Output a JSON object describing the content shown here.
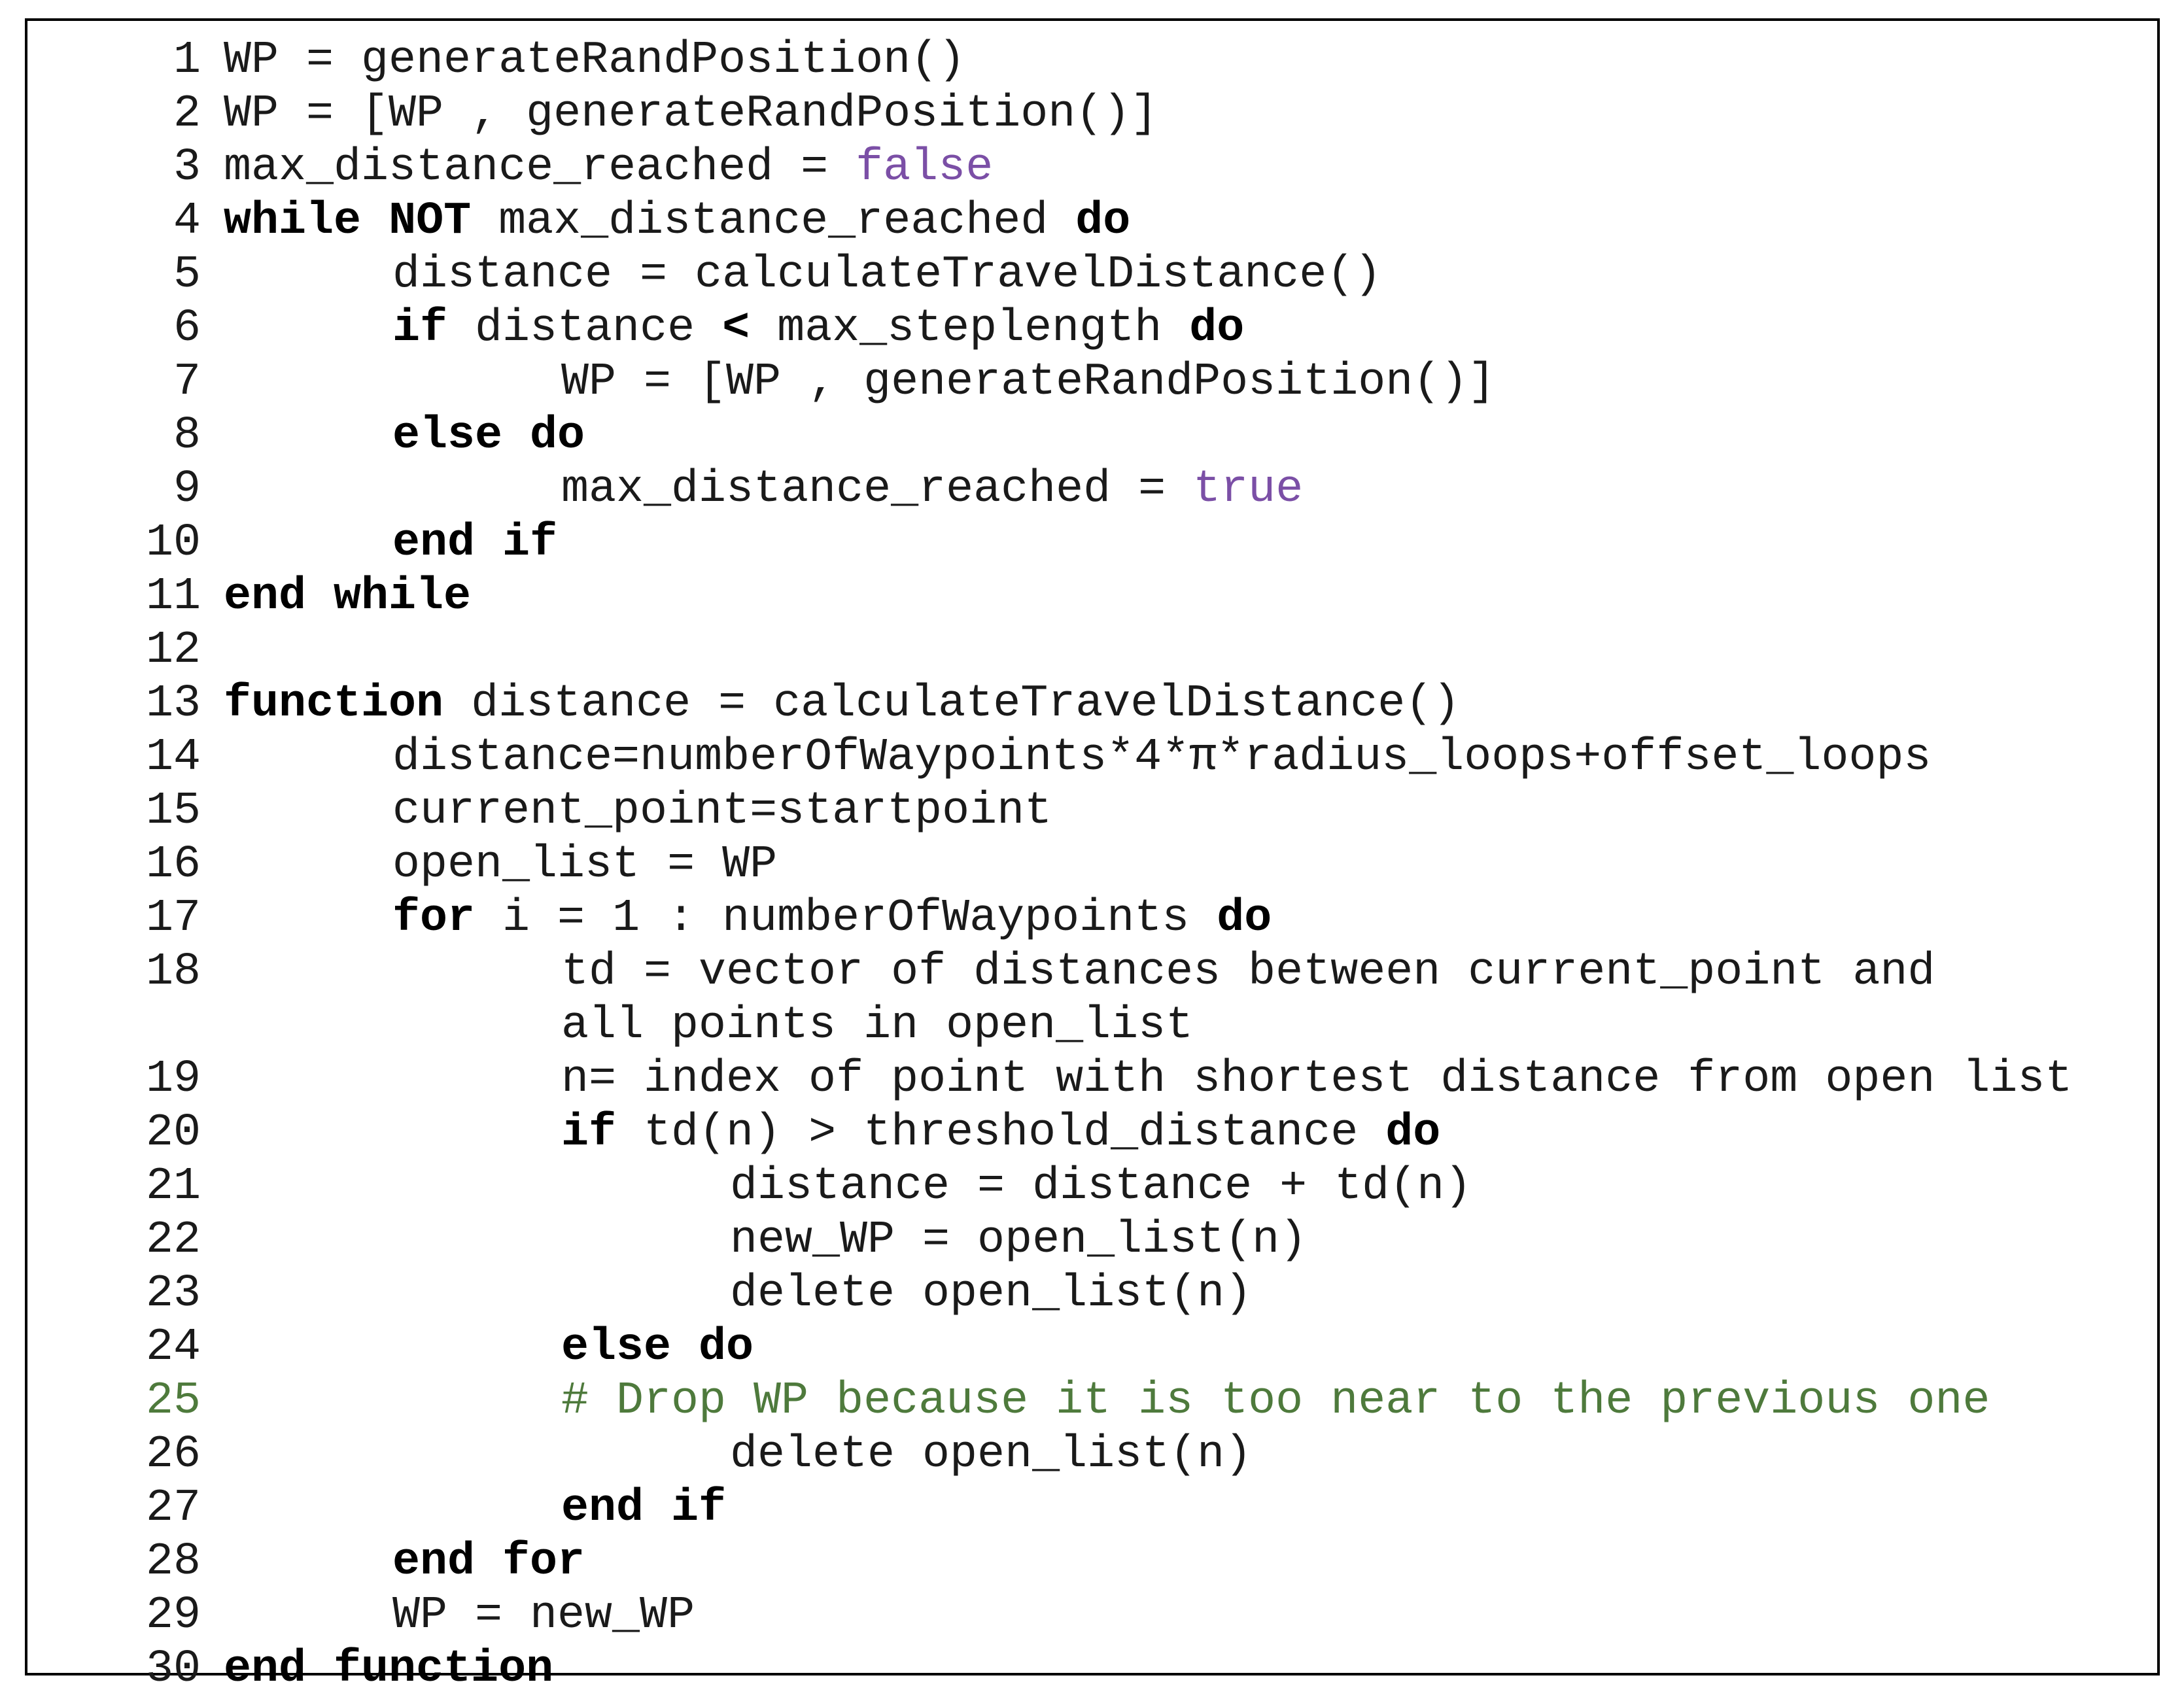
{
  "colors": {
    "keyword": "#000000",
    "literal": "#7b4fa6",
    "comment": "#4e7a3c",
    "text": "#1a1a1a",
    "border": "#000000"
  },
  "lines": [
    {
      "n": "1",
      "indent": 0,
      "parts": [
        {
          "t": "WP = generateRandPosition()",
          "k": "n"
        }
      ]
    },
    {
      "n": "2",
      "indent": 0,
      "parts": [
        {
          "t": "WP = [WP , generateRandPosition()]",
          "k": "n"
        }
      ]
    },
    {
      "n": "3",
      "indent": 0,
      "parts": [
        {
          "t": "max_distance_reached = ",
          "k": "n"
        },
        {
          "t": "false",
          "k": "l"
        }
      ]
    },
    {
      "n": "4",
      "indent": 0,
      "parts": [
        {
          "t": "while",
          "k": "k"
        },
        {
          "t": " ",
          "k": "n"
        },
        {
          "t": "NOT",
          "k": "k"
        },
        {
          "t": " max_distance_reached ",
          "k": "n"
        },
        {
          "t": "do",
          "k": "k"
        }
      ]
    },
    {
      "n": "5",
      "indent": 1,
      "parts": [
        {
          "t": "distance = calculateTravelDistance()",
          "k": "n"
        }
      ]
    },
    {
      "n": "6",
      "indent": 1,
      "parts": [
        {
          "t": "if",
          "k": "k"
        },
        {
          "t": " distance ",
          "k": "n"
        },
        {
          "t": "<",
          "k": "k"
        },
        {
          "t": " max_steplength ",
          "k": "n"
        },
        {
          "t": "do",
          "k": "k"
        }
      ]
    },
    {
      "n": "7",
      "indent": 2,
      "parts": [
        {
          "t": "WP = [WP , generateRandPosition()]",
          "k": "n"
        }
      ]
    },
    {
      "n": "8",
      "indent": 1,
      "parts": [
        {
          "t": "else do",
          "k": "k"
        }
      ]
    },
    {
      "n": "9",
      "indent": 2,
      "parts": [
        {
          "t": "max_distance_reached = ",
          "k": "n"
        },
        {
          "t": "true",
          "k": "l"
        }
      ]
    },
    {
      "n": "10",
      "indent": 1,
      "parts": [
        {
          "t": "end if",
          "k": "k"
        }
      ]
    },
    {
      "n": "11",
      "indent": 0,
      "parts": [
        {
          "t": "end while",
          "k": "k"
        }
      ]
    },
    {
      "n": "12",
      "indent": 0,
      "parts": []
    },
    {
      "n": "13",
      "indent": 0,
      "parts": [
        {
          "t": "function",
          "k": "k"
        },
        {
          "t": " distance = calculateTravelDistance()",
          "k": "n"
        }
      ]
    },
    {
      "n": "14",
      "indent": 1,
      "parts": [
        {
          "t": "distance=numberOfWaypoints*4*π*radius_loops+offset_loops",
          "k": "n"
        }
      ]
    },
    {
      "n": "15",
      "indent": 1,
      "parts": [
        {
          "t": "current_point=startpoint",
          "k": "n"
        }
      ]
    },
    {
      "n": "16",
      "indent": 1,
      "parts": [
        {
          "t": "open_list = WP",
          "k": "n"
        }
      ]
    },
    {
      "n": "17",
      "indent": 1,
      "parts": [
        {
          "t": "for",
          "k": "k"
        },
        {
          "t": " i = 1 : numberOfWaypoints ",
          "k": "n"
        },
        {
          "t": "do",
          "k": "k"
        }
      ]
    },
    {
      "n": "18",
      "indent": 2,
      "wrap": true,
      "parts": [
        {
          "t": "td = vector of distances between current_point and\nall points in open_list",
          "k": "n"
        }
      ]
    },
    {
      "n": "19",
      "indent": 2,
      "parts": [
        {
          "t": "n= index of point with shortest distance from open list",
          "k": "n"
        }
      ]
    },
    {
      "n": "20",
      "indent": 2,
      "parts": [
        {
          "t": "if",
          "k": "k"
        },
        {
          "t": " td(n) > threshold_distance ",
          "k": "n"
        },
        {
          "t": "do",
          "k": "k"
        }
      ]
    },
    {
      "n": "21",
      "indent": 3,
      "parts": [
        {
          "t": "distance = distance + td(n)",
          "k": "n"
        }
      ]
    },
    {
      "n": "22",
      "indent": 3,
      "parts": [
        {
          "t": "new_WP = open_list(n)",
          "k": "n"
        }
      ]
    },
    {
      "n": "23",
      "indent": 3,
      "parts": [
        {
          "t": "delete open_list(n)",
          "k": "n"
        }
      ]
    },
    {
      "n": "24",
      "indent": 2,
      "parts": [
        {
          "t": "else do",
          "k": "k"
        }
      ]
    },
    {
      "n": "25",
      "indent": 2,
      "comment": true,
      "parts": [
        {
          "t": "# Drop WP because it is too near to the previous one",
          "k": "c"
        }
      ]
    },
    {
      "n": "26",
      "indent": 3,
      "parts": [
        {
          "t": "delete open_list(n)",
          "k": "n"
        }
      ]
    },
    {
      "n": "27",
      "indent": 2,
      "parts": [
        {
          "t": "end if",
          "k": "k"
        }
      ]
    },
    {
      "n": "28",
      "indent": 1,
      "parts": [
        {
          "t": "end for",
          "k": "k"
        }
      ]
    },
    {
      "n": "29",
      "indent": 1,
      "parts": [
        {
          "t": "WP = new_WP",
          "k": "n"
        }
      ]
    },
    {
      "n": "30",
      "indent": 0,
      "parts": [
        {
          "t": "end function",
          "k": "k"
        }
      ]
    }
  ]
}
